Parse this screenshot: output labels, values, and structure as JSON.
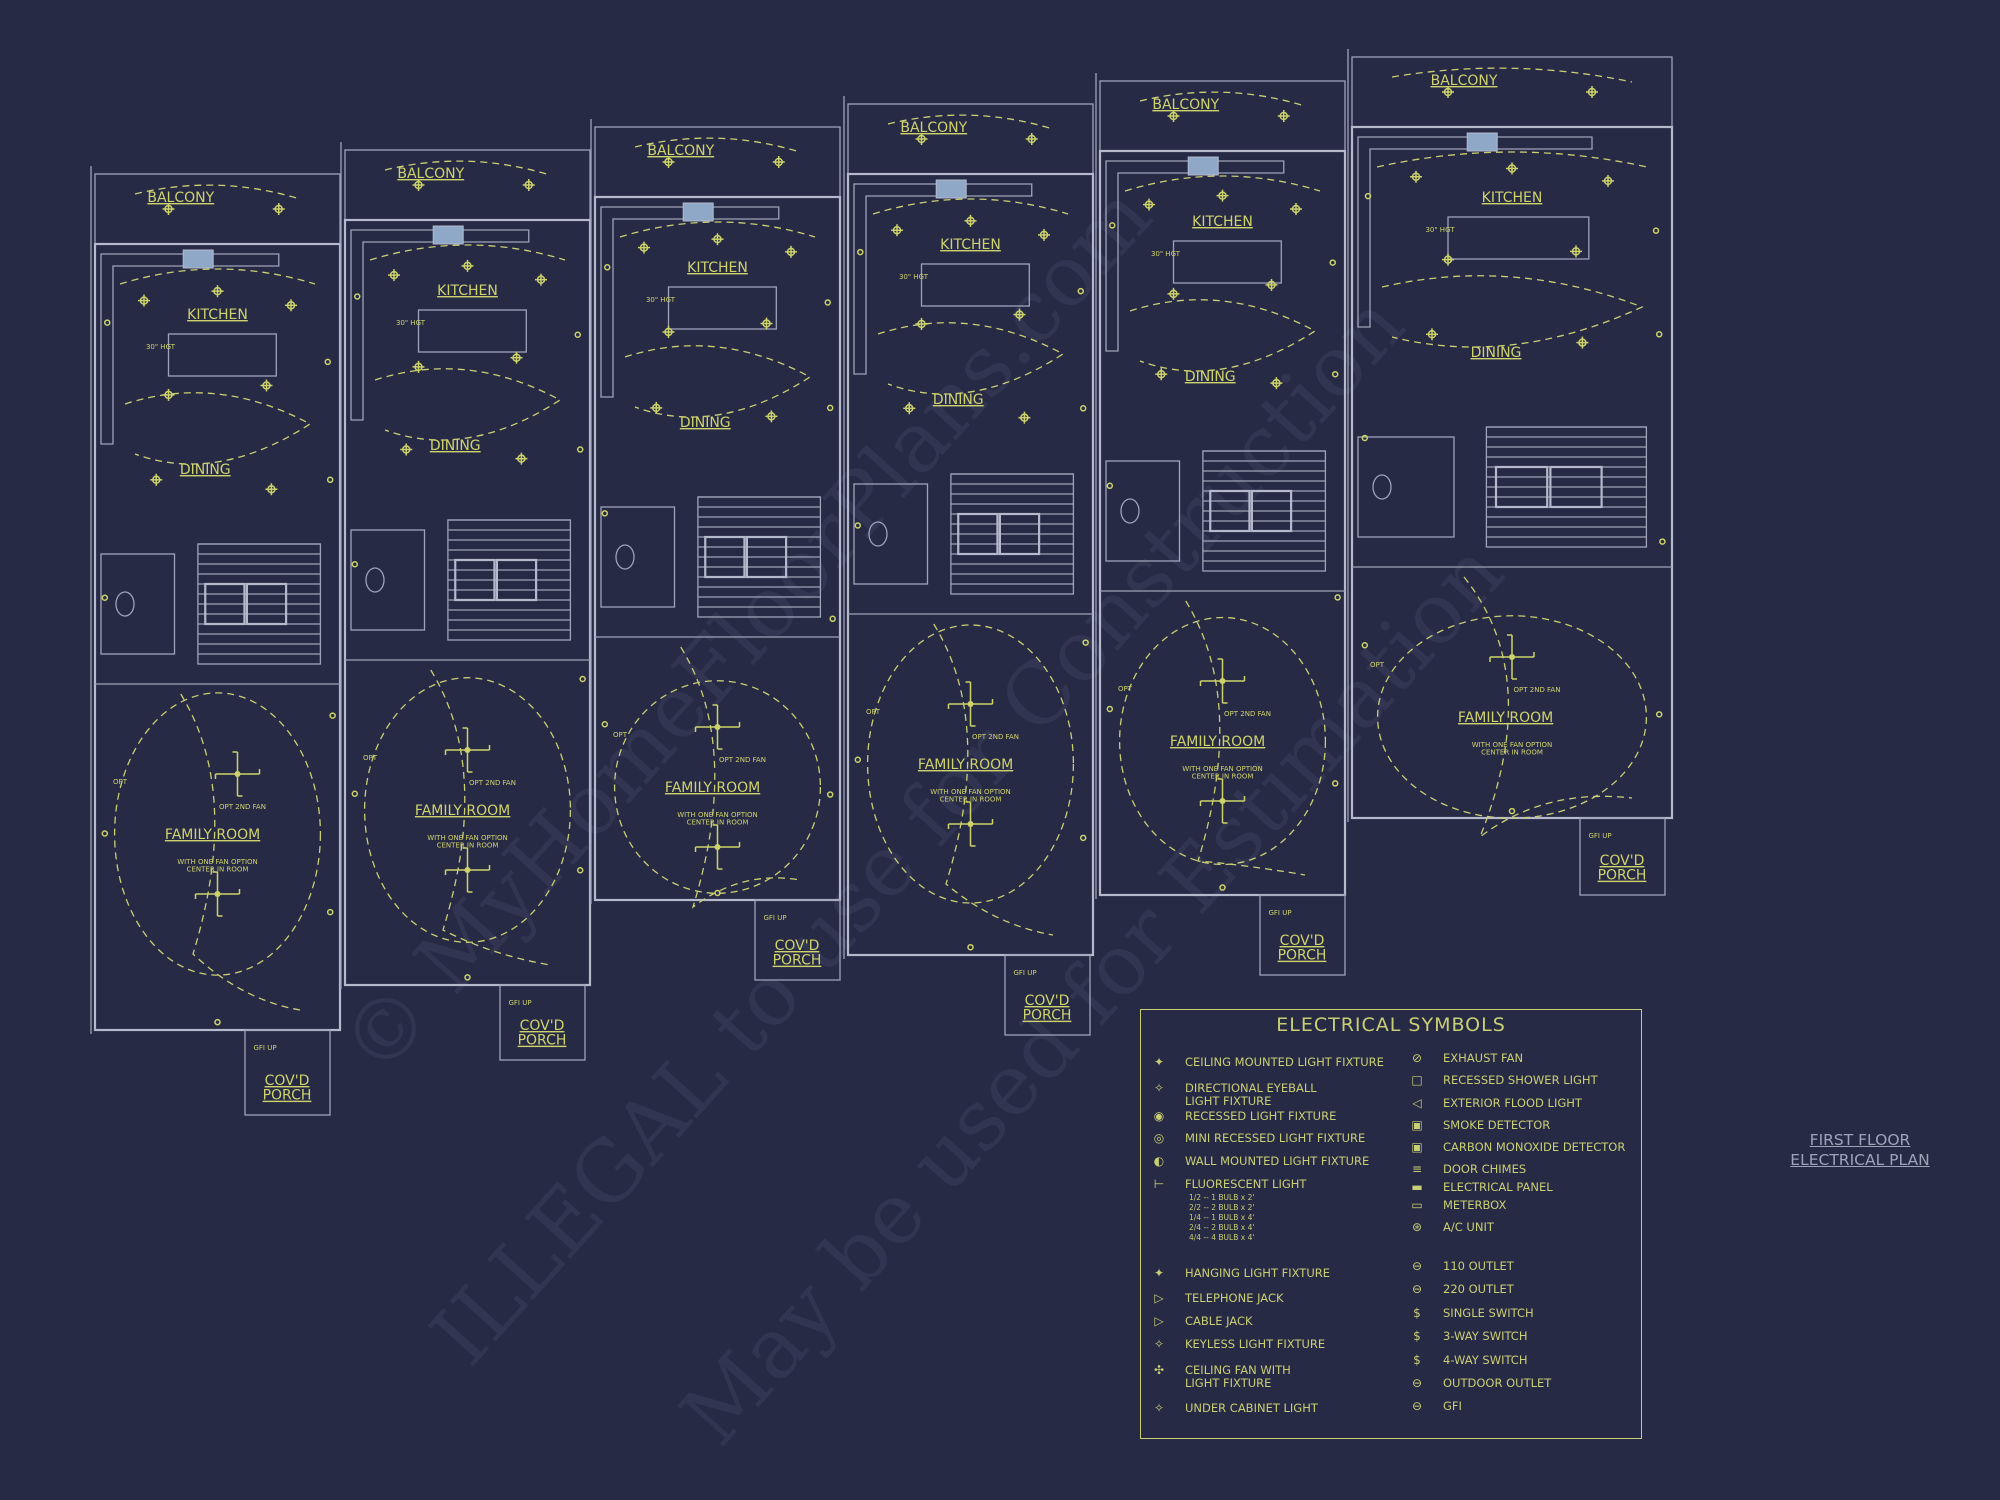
{
  "units": [
    {
      "balcony": "BALCONY",
      "kitchen": "KITCHEN",
      "dining": "DINING",
      "family": "FAMILY ROOM",
      "porch": "COV'D\nPORCH"
    },
    {
      "balcony": "BALCONY",
      "kitchen": "KITCHEN",
      "dining": "DINING",
      "family": "FAMILY ROOM",
      "porch": "COV'D\nPORCH"
    },
    {
      "balcony": "BALCONY",
      "kitchen": "KITCHEN",
      "dining": "DINING",
      "family": "FAMILY ROOM",
      "porch": "COV'D\nPORCH"
    },
    {
      "balcony": "BALCONY",
      "kitchen": "KITCHEN",
      "dining": "DINING",
      "family": "FAMILY ROOM",
      "porch": "COV'D\nPORCH"
    },
    {
      "balcony": "BALCONY",
      "kitchen": "KITCHEN",
      "dining": "DINING",
      "family": "FAMILY ROOM",
      "porch": "COV'D\nPORCH"
    },
    {
      "balcony": "BALCONY",
      "kitchen": "KITCHEN",
      "dining": "DINING",
      "family": "FAMILY ROOM",
      "porch": "COV'D\nPORCH"
    }
  ],
  "notes": {
    "fan_option": "WITH ONE FAN OPTION\nCENTER IN ROOM",
    "opt_2nd_fan": "OPT 2ND FAN",
    "opt": "OPT",
    "gfi_up": "GFI UP",
    "island_hgt": "30\" HGT"
  },
  "watermark": [
    "© MyHomeFloorPlans.com",
    "ILLEGAL to use for Construction",
    "May be used for Estimation"
  ],
  "legend": {
    "title": "ELECTRICAL SYMBOLS",
    "left": [
      {
        "icon": "ceiling-light-icon",
        "glyph": "✦",
        "label": "CEILING MOUNTED LIGHT FIXTURE"
      },
      {
        "icon": "eyeball-light-icon",
        "glyph": "✧",
        "label": "DIRECTIONAL EYEBALL\nLIGHT FIXTURE"
      },
      {
        "icon": "recessed-light-icon",
        "glyph": "◉",
        "label": "RECESSED LIGHT FIXTURE"
      },
      {
        "icon": "mini-recessed-light-icon",
        "glyph": "◎",
        "label": "MINI RECESSED LIGHT FIXTURE"
      },
      {
        "icon": "wall-light-icon",
        "glyph": "◐",
        "label": "WALL MOUNTED LIGHT FIXTURE"
      },
      {
        "icon": "fluorescent-light-icon",
        "glyph": "⊢",
        "label": "FLUORESCENT LIGHT"
      },
      {
        "icon": "hanging-light-icon",
        "glyph": "✦",
        "label": "HANGING LIGHT FIXTURE"
      },
      {
        "icon": "telephone-jack-icon",
        "glyph": "▷",
        "label": "TELEPHONE JACK"
      },
      {
        "icon": "cable-jack-icon",
        "glyph": "▷",
        "label": "CABLE JACK"
      },
      {
        "icon": "keyless-light-icon",
        "glyph": "✧",
        "label": "KEYLESS LIGHT FIXTURE"
      },
      {
        "icon": "ceiling-fan-icon",
        "glyph": "✣",
        "label": "CEILING FAN WITH\nLIGHT FIXTURE"
      },
      {
        "icon": "under-cabinet-light-icon",
        "glyph": "✧",
        "label": "UNDER CABINET LIGHT"
      }
    ],
    "fluorescent_sizes": "1/2 -- 1 BULB x 2'\n2/2 -- 2 BULB x 2'\n1/4 -- 1 BULB x 4'\n2/4 -- 2 BULB x 4'\n4/4 -- 4 BULB x 4'",
    "right": [
      {
        "icon": "exhaust-fan-icon",
        "glyph": "⊘",
        "label": "EXHAUST FAN"
      },
      {
        "icon": "recessed-shower-light-icon",
        "glyph": "□",
        "label": "RECESSED SHOWER LIGHT"
      },
      {
        "icon": "exterior-flood-light-icon",
        "glyph": "◁",
        "label": "EXTERIOR FLOOD LIGHT"
      },
      {
        "icon": "smoke-detector-icon",
        "glyph": "▣",
        "label": "SMOKE DETECTOR"
      },
      {
        "icon": "co-detector-icon",
        "glyph": "▣",
        "label": "CARBON MONOXIDE DETECTOR"
      },
      {
        "icon": "door-chimes-icon",
        "glyph": "≡",
        "label": "DOOR CHIMES"
      },
      {
        "icon": "electrical-panel-icon",
        "glyph": "▬",
        "label": "ELECTRICAL PANEL"
      },
      {
        "icon": "meterbox-icon",
        "glyph": "▭",
        "label": "METERBOX"
      },
      {
        "icon": "ac-unit-icon",
        "glyph": "⊛",
        "label": "A/C UNIT"
      },
      {
        "icon": "outlet-110-icon",
        "glyph": "⊖",
        "label": "110 OUTLET"
      },
      {
        "icon": "outlet-220-icon",
        "glyph": "⊖",
        "label": "220 OUTLET"
      },
      {
        "icon": "single-switch-icon",
        "glyph": "$",
        "label": "SINGLE SWITCH"
      },
      {
        "icon": "three-way-switch-icon",
        "glyph": "$",
        "label": "3-WAY SWITCH"
      },
      {
        "icon": "four-way-switch-icon",
        "glyph": "$",
        "label": "4-WAY SWITCH"
      },
      {
        "icon": "outdoor-outlet-icon",
        "glyph": "⊖",
        "label": "OUTDOOR OUTLET"
      },
      {
        "icon": "gfi-icon",
        "glyph": "⊖",
        "label": "GFI"
      }
    ]
  },
  "sheet_title": [
    "FIRST FLOOR",
    "ELECTRICAL PLAN"
  ]
}
